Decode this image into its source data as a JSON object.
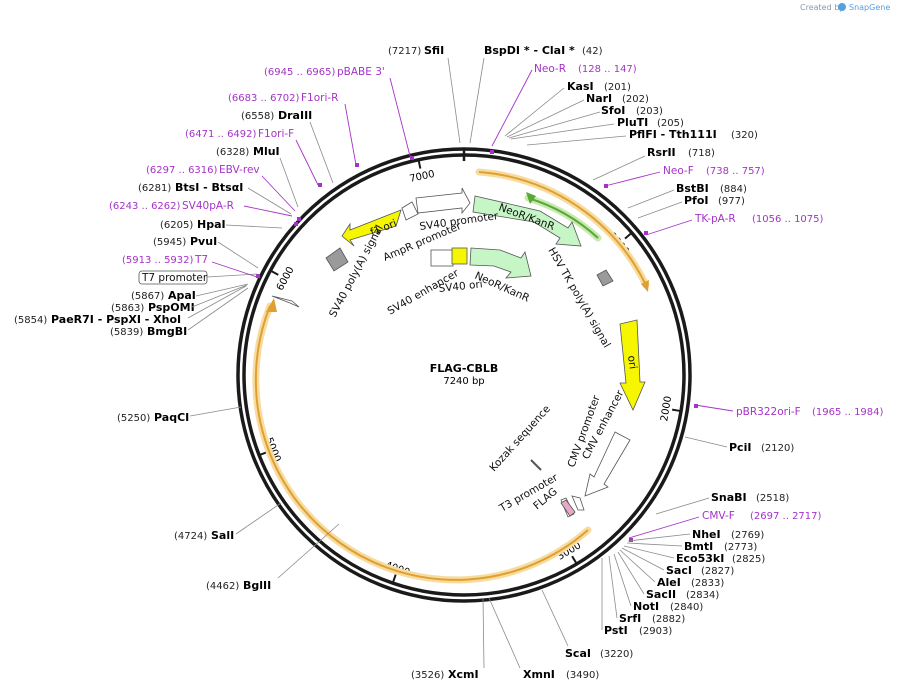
{
  "credit": {
    "prefix": "Created by",
    "brand": "SnapGene"
  },
  "plasmid": {
    "name": "FLAG-CBLB",
    "size": "7240 bp",
    "length": 7240
  },
  "ticks": [
    {
      "bp": 1000,
      "label": "1000"
    },
    {
      "bp": 2000,
      "label": "2000"
    },
    {
      "bp": 3000,
      "label": "3000"
    },
    {
      "bp": 4000,
      "label": "4000"
    },
    {
      "bp": 5000,
      "label": "5000"
    },
    {
      "bp": 6000,
      "label": "6000"
    },
    {
      "bp": 7000,
      "label": "7000"
    }
  ],
  "sites": [
    {
      "name": "SfiI",
      "pos": "(7217)"
    },
    {
      "name": "BspDI * - ClaI *",
      "pos": "(42)"
    },
    {
      "name": "KasI",
      "pos": "(201)"
    },
    {
      "name": "NarI",
      "pos": "(202)"
    },
    {
      "name": "SfoI",
      "pos": "(203)"
    },
    {
      "name": "PluTI",
      "pos": "(205)"
    },
    {
      "name": "PflFI - Tth111I",
      "pos": "(320)"
    },
    {
      "name": "RsrII",
      "pos": "(718)"
    },
    {
      "name": "BstBI",
      "pos": "(884)"
    },
    {
      "name": "PfoI",
      "pos": "(977)"
    },
    {
      "name": "PciI",
      "pos": "(2120)"
    },
    {
      "name": "SnaBI",
      "pos": "(2518)"
    },
    {
      "name": "NheI",
      "pos": "(2769)"
    },
    {
      "name": "BmtI",
      "pos": "(2773)"
    },
    {
      "name": "Eco53kI",
      "pos": "(2825)"
    },
    {
      "name": "SacI",
      "pos": "(2827)"
    },
    {
      "name": "AleI",
      "pos": "(2833)"
    },
    {
      "name": "SacII",
      "pos": "(2834)"
    },
    {
      "name": "NotI",
      "pos": "(2840)"
    },
    {
      "name": "SrfI",
      "pos": "(2882)"
    },
    {
      "name": "PstI",
      "pos": "(2903)"
    },
    {
      "name": "ScaI",
      "pos": "(3220)"
    },
    {
      "name": "XmnI",
      "pos": "(3490)"
    },
    {
      "name": "XcmI",
      "pos": "(3526)"
    },
    {
      "name": "BglII",
      "pos": "(4462)"
    },
    {
      "name": "SalI",
      "pos": "(4724)"
    },
    {
      "name": "PaqCI",
      "pos": "(5250)"
    },
    {
      "name": "BmgBI",
      "pos": "(5839)"
    },
    {
      "name": "PaeR7I - PspXI - XhoI",
      "pos": "(5854)"
    },
    {
      "name": "PspOMI",
      "pos": "(5863)"
    },
    {
      "name": "ApaI",
      "pos": "(5867)"
    },
    {
      "name": "PvuI",
      "pos": "(5945)"
    },
    {
      "name": "HpaI",
      "pos": "(6205)"
    },
    {
      "name": "BtsI - BtsαI",
      "pos": "(6281)"
    },
    {
      "name": "MluI",
      "pos": "(6328)"
    },
    {
      "name": "DraIII",
      "pos": "(6558)"
    }
  ],
  "primers": [
    {
      "name": "Neo-R",
      "range": "(128 .. 147)"
    },
    {
      "name": "Neo-F",
      "range": "(738 .. 757)"
    },
    {
      "name": "TK-pA-R",
      "range": "(1056 .. 1075)"
    },
    {
      "name": "pBR322ori-F",
      "range": "(1965 .. 1984)"
    },
    {
      "name": "CMV-F",
      "range": "(2697 .. 2717)"
    },
    {
      "name": "T7",
      "range": "(5913 .. 5932)"
    },
    {
      "name": "SV40pA-R",
      "range": "(6243 .. 6262)"
    },
    {
      "name": "EBV-rev",
      "range": "(6297 .. 6316)"
    },
    {
      "name": "F1ori-F",
      "range": "(6471 .. 6492)"
    },
    {
      "name": "F1ori-R",
      "range": "(6683 .. 6702)"
    },
    {
      "name": "pBABE 3'",
      "range": "(6945 .. 6965)"
    }
  ],
  "features": {
    "t7_promoter": "T7 promoter",
    "f1_ori": "f1 ori",
    "sv40_promoter": "SV40 promoter",
    "neo_outer": "NeoR/KanR",
    "ampr_promoter": "AmpR promoter",
    "sv40_polya": "SV40 poly(A) signal",
    "sv40_enhancer": "SV40 enhancer",
    "sv40_ori": "SV40 ori",
    "neo_inner": "NeoR/KanR",
    "hsv_tk": "HSV TK poly(A) signal",
    "ori": "ori",
    "cmv_promoter": "CMV promoter",
    "cmv_enhancer": "CMV enhancer",
    "kozak": "Kozak sequence",
    "t3_promoter": "T3 promoter",
    "flag": "FLAG"
  },
  "colors": {
    "backbone": "#1a1a1a",
    "orange_arc": "#e0a030",
    "orange_glow": "#f6dca0",
    "green_arc": "#5aa838",
    "green_glow": "#c8eab0",
    "feature_green": "#c6f5c6",
    "feature_yellow": "#f6f600",
    "feature_gray": "#9a9a9a",
    "flag_pink": "#e8a8c8",
    "primer": "#a533c8"
  }
}
